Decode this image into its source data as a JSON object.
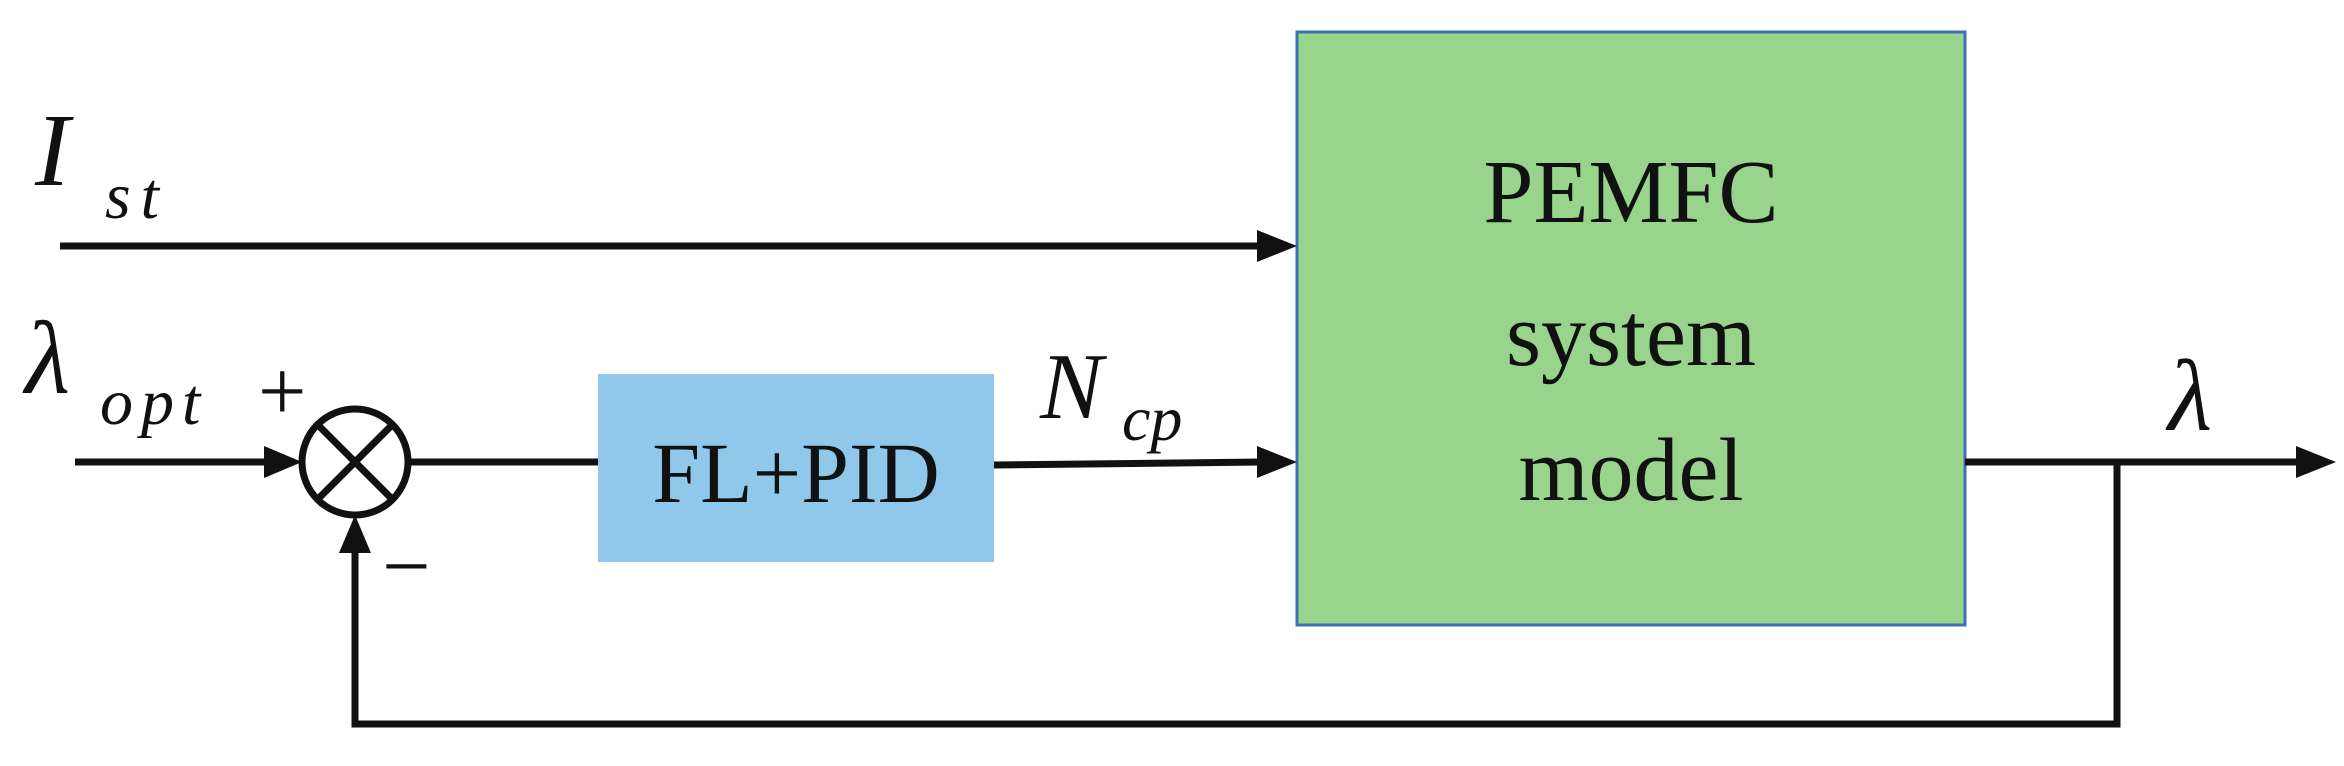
{
  "colors": {
    "line": "#111111",
    "plant_fill": "#98d48b",
    "plant_border": "#3f6fb5",
    "controller_fill": "#90c8ec"
  },
  "inputs": {
    "current": {
      "symbol": "I",
      "subscript": "st"
    },
    "reference": {
      "symbol": "λ",
      "subscript": "opt"
    }
  },
  "summing_junction": {
    "symbol": "⊗",
    "plus_sign": "+",
    "minus_sign": "−"
  },
  "controller": {
    "label": "FL+PID"
  },
  "control_signal": {
    "symbol": "N",
    "subscript": "cp"
  },
  "plant": {
    "line1": "PEMFC",
    "line2": "system",
    "line3": "model"
  },
  "output": {
    "symbol": "λ"
  }
}
